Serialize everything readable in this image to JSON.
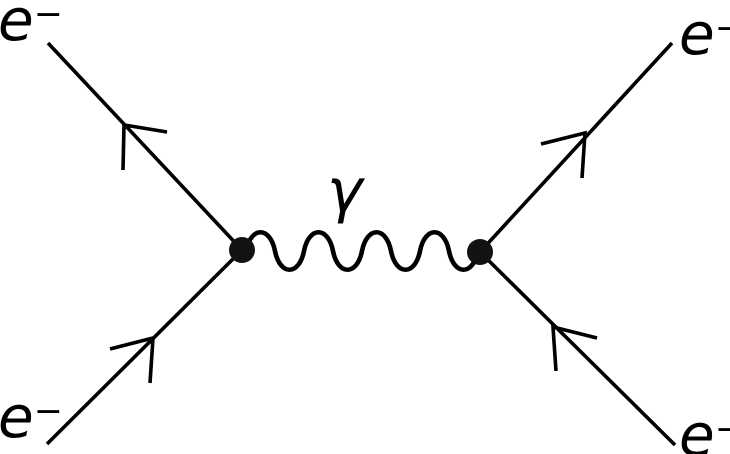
{
  "colors": {
    "ink": "#000000",
    "vertex_fill": "#121212",
    "background": "#ffffff"
  },
  "particles": {
    "electron_top_left": {
      "base": "e",
      "charge": "−"
    },
    "electron_bottom_left": {
      "base": "e",
      "charge": "−"
    },
    "electron_top_right": {
      "base": "e",
      "charge": "−"
    },
    "electron_bottom_right": {
      "base": "e",
      "charge": "−"
    },
    "photon": {
      "symbol": "γ"
    }
  }
}
